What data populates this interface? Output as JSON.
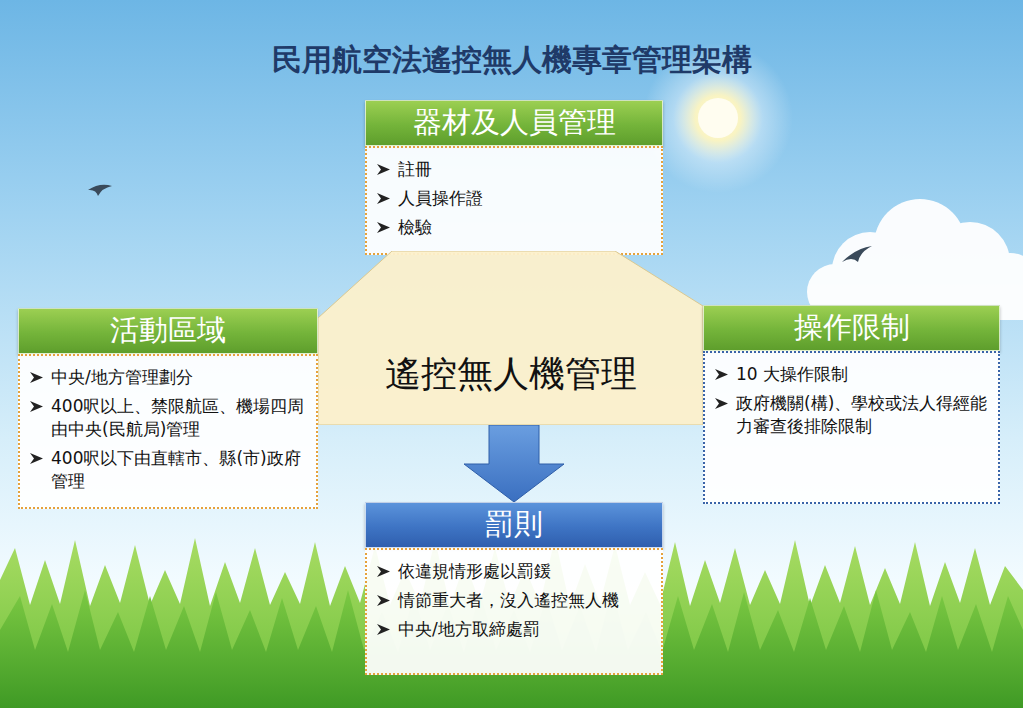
{
  "diagram": {
    "title": "民用航空法遙控無人機專章管理架構",
    "nodes": [
      {
        "text": [
          "器材及人員管理",
          "註冊",
          "人員操作證",
          "檢驗"
        ]
      },
      {
        "text": [
          "活動區域",
          "中央/地方管理劃分",
          "400呎以上、禁限航區、機場四周由中央(民航局)管理",
          "400呎以下由直轄市、縣(市)政府管理"
        ]
      },
      {
        "text": [
          "遙控無人機管理"
        ]
      },
      {
        "text": [
          "操作限制",
          "10 大操作限制",
          "政府機關(構)、學校或法人得經能力審查後排除限制"
        ]
      },
      {
        "text": [
          "罰則",
          "依違規情形處以罰鍰",
          "情節重大者，沒入遙控無人機",
          "中央/地方取締處罰"
        ]
      }
    ],
    "edges": [
      {
        "from": 2,
        "to": 4,
        "arrow": "to"
      }
    ]
  }
}
